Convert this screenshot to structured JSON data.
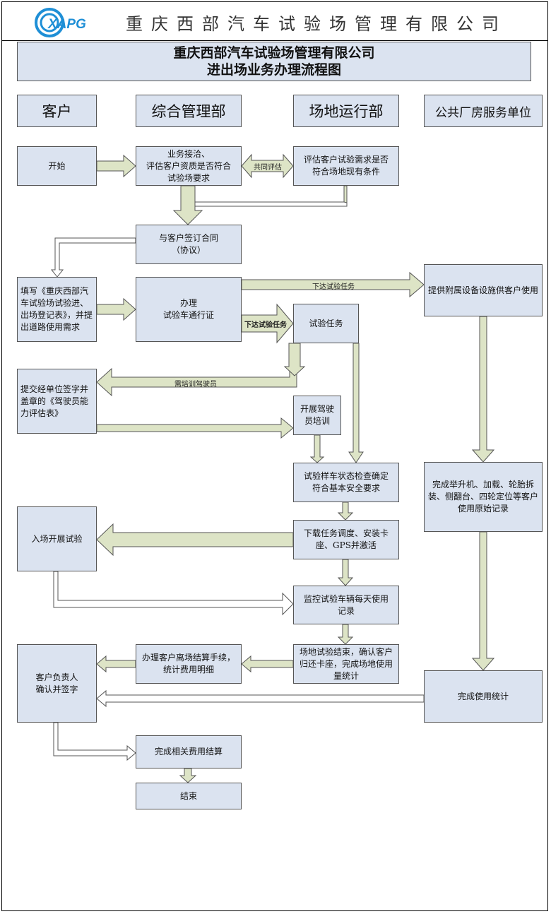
{
  "header": {
    "logo_text": "XAPG",
    "company": "重庆西部汽车试验场管理有限公司"
  },
  "title": {
    "line1": "重庆西部汽车试验场管理有限公司",
    "line2": "进出场业务办理流程图"
  },
  "lanes": [
    "客户",
    "综合管理部",
    "场地运行部",
    "公共厂房服务单位"
  ],
  "nodes": {
    "start": "开始",
    "business_intake": "业务接洽、\n评估客户资质是否符合\n试验场要求",
    "assess_need": "评估客户试验需求是否\n符合场地现有条件",
    "sign_contract": "与客户签订合同\n（协议）",
    "fill_form": "填写《重庆西部汽车试验场试验进、出场登记表》，并提出道路使用需求",
    "pass_permit": "办理\n试验车通行证",
    "provide_equipment": "提供附属设备设施供客户使用",
    "test_task": "试验任务",
    "submit_assessment": "提交经单位签字并盖章的《驾驶员能力评估表》",
    "driver_training": "开展驾驶\n员培训",
    "vehicle_check": "试验样车状态检查确定\n符合基本安全要求",
    "complete_records": "完成举升机、加载、轮胎拆装、侧翻台、四轮定位等客户使用原始记录",
    "enter_test": "入场开展试验",
    "download_dispatch": "下载任务调度、安装卡\n座、GPS并激活",
    "monitor_usage": "监控试验车辆每天使用\n记录",
    "test_end": "场地试验结束，确认客户归还卡座，完成场地使用量统计",
    "exit_settlement": "办理客户离场结算手续，统计费用明细",
    "client_confirm": "客户负责人\n确认并签字",
    "usage_stats": "完成使用统计",
    "fee_settlement": "完成相关费用结算",
    "end": "结束"
  },
  "edge_labels": {
    "joint_assessment": "共同评估",
    "issue_task_top": "下达试验任务",
    "issue_task_mid": "下达试验任务",
    "need_training": "需培训驾驶员"
  },
  "colors": {
    "box_fill": "#dbe3f0",
    "arrow_fill": "#dde4c6",
    "logo_blue": "#1f8fd6"
  }
}
